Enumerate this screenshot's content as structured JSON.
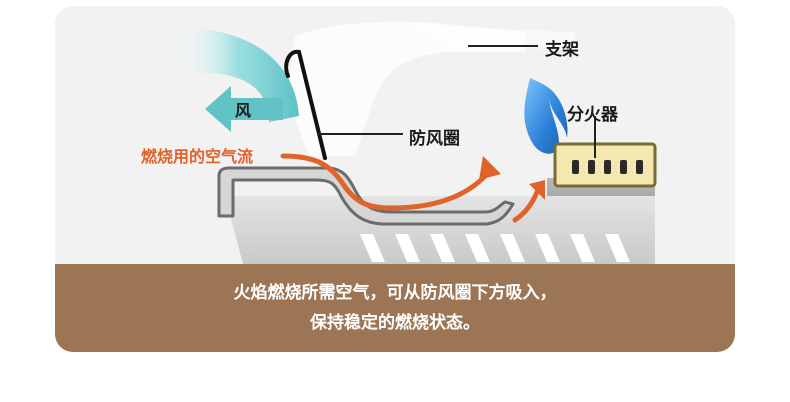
{
  "labels": {
    "stand": "支架",
    "burner": "分火器",
    "windscreen": "防风圈",
    "wind": "风",
    "airflow": "燃烧用的空气流"
  },
  "caption": {
    "line1": "火焰燃烧所需空气，可从防风圈下方吸入，",
    "line2": "保持稳定的燃烧状态。"
  },
  "colors": {
    "caption_bg": "#9b7554",
    "airflow_orange": "#e0642a",
    "wind_teal": "#6cc9cc",
    "flame_blue": "#2a7fd6"
  },
  "icons": [
    "wind-arrow-icon",
    "flame-icon"
  ]
}
